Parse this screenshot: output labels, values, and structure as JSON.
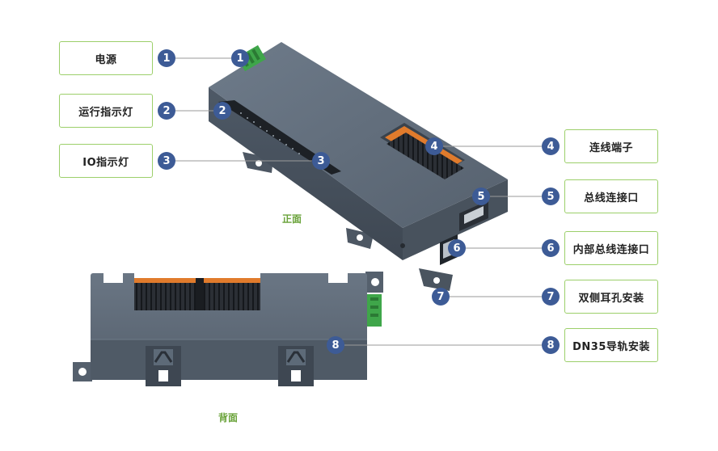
{
  "labels": {
    "l1": "电源",
    "l2": "运行指示灯",
    "l3": "IO指示灯",
    "l4": "连线端子",
    "l5": "总线连接口",
    "l6": "内部总线连接口",
    "l7": "双侧耳孔安装",
    "l8": "DN35导轨安装"
  },
  "numbers": {
    "n1": "1",
    "n2": "2",
    "n3": "3",
    "n4": "4",
    "n5": "5",
    "n6": "6",
    "n7": "7",
    "n8": "8"
  },
  "captions": {
    "front": "正面",
    "back": "背面"
  },
  "colors": {
    "device_body": "#5d6a78",
    "device_dark": "#3c4653",
    "terminal_orange": "#e07b2c",
    "terminal_green": "#4caf50",
    "badge": "#3d5b96",
    "label_border": "#9ccf6a",
    "caption_green": "#6aa33a"
  }
}
